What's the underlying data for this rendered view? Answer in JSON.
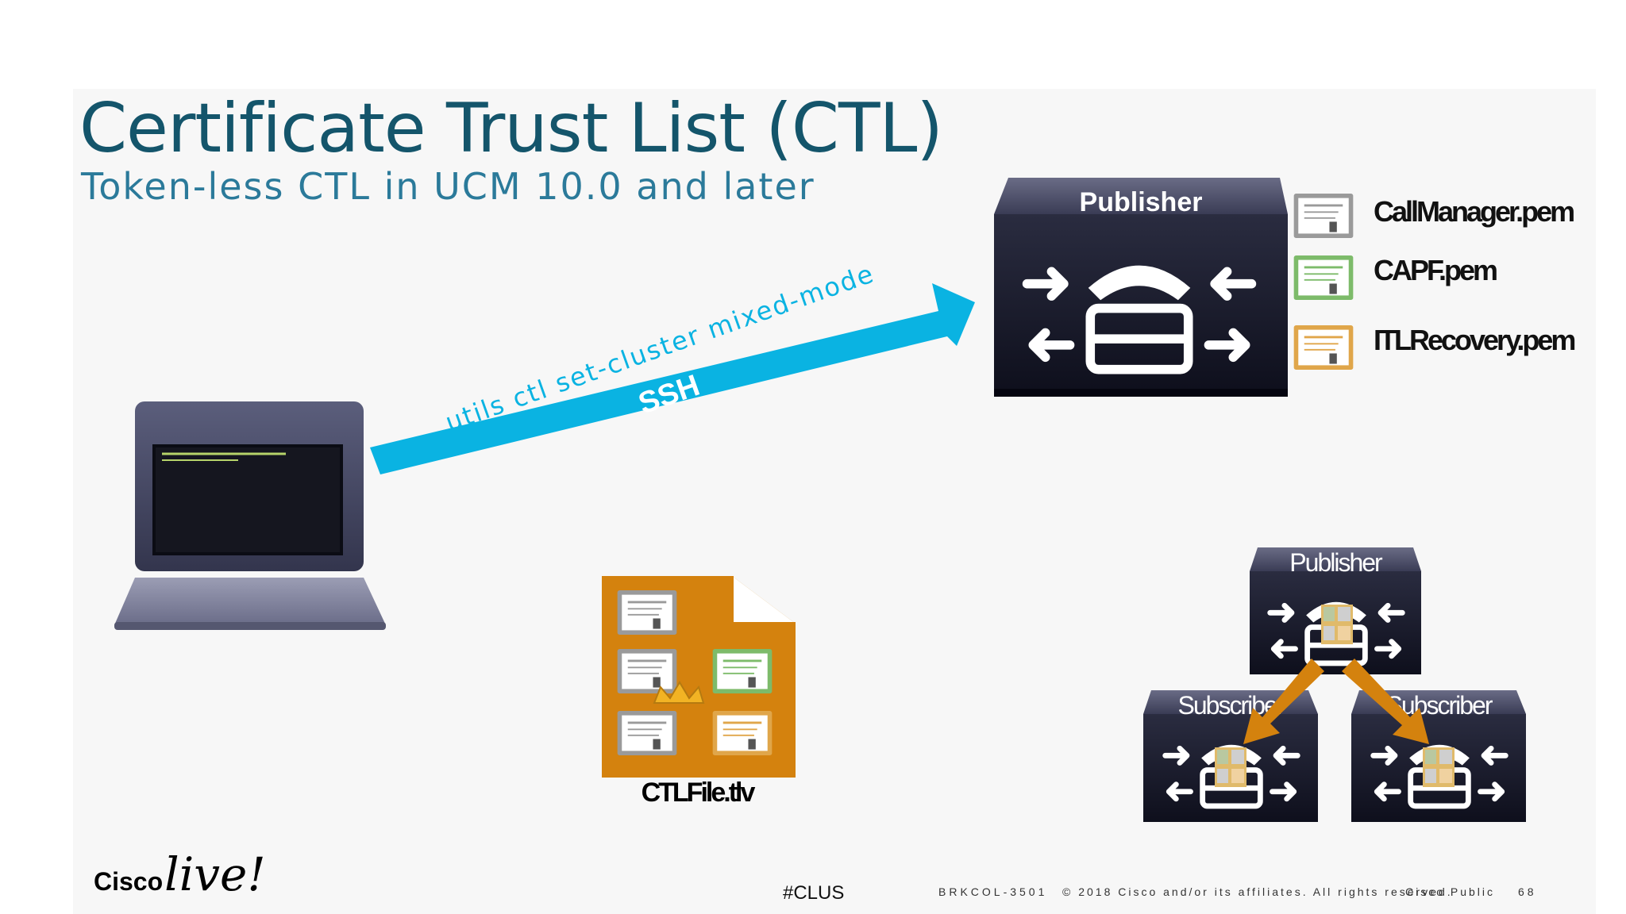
{
  "slide": {
    "title": "Certificate Trust List (CTL)",
    "subtitle": "Token-less CTL in UCM 10.0 and later"
  },
  "ssh_arrow": {
    "command": "utils ctl set-cluster mixed-mode",
    "protocol": "SSH",
    "color": "#0ab3e2"
  },
  "publisher_main": {
    "label": "Publisher",
    "icon": "callmanager-server-icon"
  },
  "certificates": [
    {
      "file": "CallManager.pem",
      "color": "#9a9a9a"
    },
    {
      "file": "CAPF.pem",
      "color": "#7dbb6a"
    },
    {
      "file": "ITLRecovery.pem",
      "color": "#e0a64a"
    }
  ],
  "ctl_file": {
    "name": "CTLFile.tlv",
    "color": "#d4820e"
  },
  "cluster": {
    "publisher": "Publisher",
    "subscribers": [
      "Subscriber",
      "Subscriber"
    ],
    "arrow_color": "#d4820e"
  },
  "footer": {
    "logo_main": "Cisco",
    "logo_script": "live!",
    "hashtag": "#CLUS",
    "session": "BRKCOL-3501",
    "copyright": "© 2018 Cisco and/or its affiliates. All rights reserved.",
    "classification": "Cisco Public",
    "page": "68"
  }
}
